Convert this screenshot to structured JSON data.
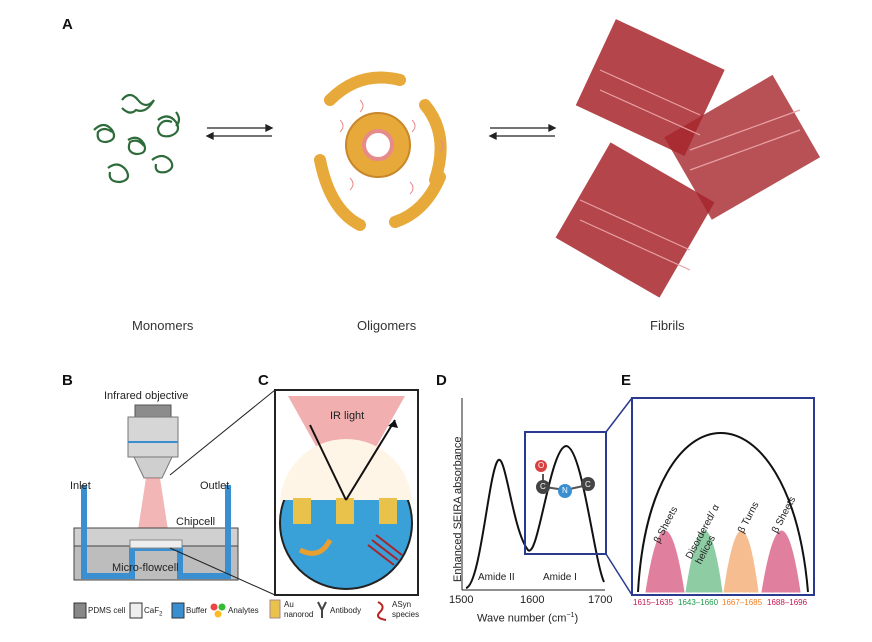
{
  "panelA": {
    "letter": "A",
    "stages": [
      "Monomers",
      "Oligomers",
      "Fibrils"
    ]
  },
  "panelB": {
    "letter": "B",
    "objective": "Infrared objective",
    "inlet": "Inlet",
    "outlet": "Outlet",
    "chipcell": "Chipcell",
    "flowcell": "Micro-flowcell",
    "legend": {
      "pdms": "PDMS cell",
      "caf2": "CaF",
      "caf2_sub": "2",
      "buffer": "Buffer",
      "analytes": "Analytes",
      "au1": "Au",
      "au2": "nanorod",
      "antibody": "Antibody",
      "asyn1": "ASyn",
      "asyn2": "species"
    }
  },
  "panelC": {
    "letter": "C",
    "ir_light": "IR light"
  },
  "panelD": {
    "letter": "D",
    "ylabel": "Enhanced SEIRA absorbance",
    "xlabel_main": "Wave number (cm",
    "xlabel_sup": "−1",
    "xlabel_end": ")",
    "ticks": [
      "1500",
      "1600",
      "1700"
    ],
    "amide2": "Amide II",
    "amide1": "Amide I",
    "atoms": [
      "O",
      "C",
      "N",
      "C"
    ]
  },
  "panelE": {
    "letter": "E",
    "bands": [
      {
        "label": "β Sheets",
        "range": "1615–1635",
        "color": "#c8174f"
      },
      {
        "label": "Disordered/ α helices",
        "range": "1643–1660",
        "color": "#1f9a4a"
      },
      {
        "label": "β Turns",
        "range": "1667–1685",
        "color": "#ef7f23"
      },
      {
        "label": "β Sheets",
        "range": "1688–1696",
        "color": "#c8174f"
      }
    ]
  },
  "colors": {
    "monomer": "#2e6b3a",
    "oligomer": "#e8a93b",
    "fibril": "#a6252c",
    "frame": "#2a3a8f",
    "buffer": "#3a8fd0"
  }
}
